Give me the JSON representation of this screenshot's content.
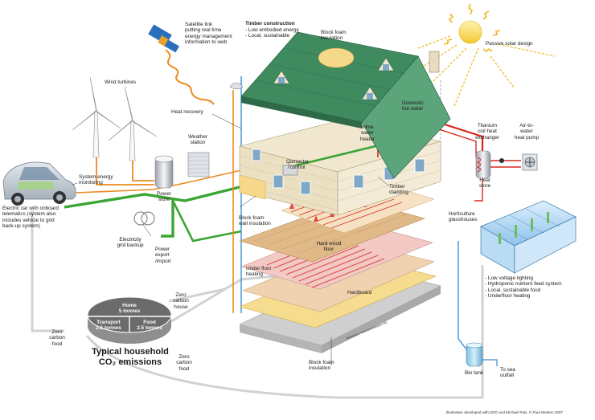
{
  "labels": {
    "satellite": "Satellite link\nputting real time\nenergy management\ninformation to web",
    "timber_title": "Timber construction",
    "timber_items": "- Low embodied energy\n- Local, sustainable",
    "block_foam_roof": "Block foam\ninsulation",
    "passive_solar": "Passive solar design",
    "wind_turbines": "Wind turbines",
    "heat_recovery": "Heat recovery",
    "domestic_hot_water": "Domestic\nhot water",
    "inline_heater": "Inline\nwater\nheater",
    "weather_station": "Weather\nstation",
    "computer_control": "Computer\ncontrol",
    "system_monitoring": "System energy\nmonitoring",
    "power_store": "Power\nstore",
    "timber_cladding": "Timber\ncladding",
    "titanium_coil": "Titanium\ncoil heat\nexchanger",
    "air_to_water": "Air-to-\nwater\nheat pump",
    "heat_store": "Heat\nstore",
    "electric_car": "Electric car with onboard\ntelematics (system also\nincludes vehicle to grid\nback-up system)",
    "block_foam_wall": "Block foam\nwall insulation",
    "horticulture": "Horticulture\nglasshouses",
    "electricity_grid": "Electricity\ngrid backup",
    "power_export": "Power\nexport\n/import",
    "hard_wood_floor": "Hard wood\nfloor",
    "under_floor_heating": "Under floor\nheating",
    "hort_list": "- Low voltage lighting\n- Hydroponic nutrient feed system\n- Local, sustainable food\n- Underfloor heating",
    "zero_carbon_house": "Zero\ncarbon\nhouse",
    "hardboard": "Hardboard",
    "zero_carbon_food_left": "Zero\ncarbon\nfood",
    "zero_carbon_food_right": "Zero\ncarbon\nfood",
    "block_foam_base": "Block foam\ninsulation",
    "bio_tank": "Bio tank",
    "sea_outfall": "To sea\noutfall",
    "illustration_small": "Illustration: www.paulweston.info",
    "credit": "Illustration developed with EDO and Michael Riss. © Paul Weston 2007"
  },
  "pie": {
    "title_line1": "Typical household",
    "title_line2": "CO₂ emissions",
    "home_label": "Home",
    "home_value": "5 tonnes",
    "transport_label": "Transport",
    "transport_value": "2.5 tonnes",
    "food_label": "Food",
    "food_value": "2.5 tonnes"
  },
  "colors": {
    "roof": "#3f8a5e",
    "power_line": "#3aa535",
    "hot_pipe": "#d9261c",
    "data_line": "#e8951e",
    "water_pipe": "#3e8fcf",
    "floor_wood": "#e0b988",
    "cladding": "#f1e7cf"
  }
}
